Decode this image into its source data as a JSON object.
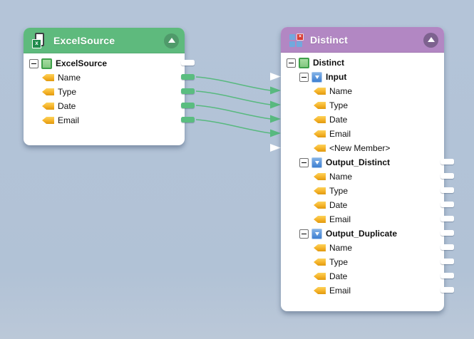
{
  "canvas": {
    "background_color": "#b1c2d6",
    "wire_color": "#58b97f"
  },
  "nodes": [
    {
      "title": "ExcelSource",
      "component_type": "source",
      "header_color": "#5eba7d",
      "header_icon": "excel-file-icon",
      "collapse_icon": "collapse-up-icon",
      "rows": [
        {
          "label": "ExcelSource",
          "kind": "root",
          "icon": "component-square-icon",
          "expanded": true
        },
        {
          "label": "Name",
          "kind": "column",
          "icon": "column-tag-icon"
        },
        {
          "label": "Type",
          "kind": "column",
          "icon": "column-tag-icon"
        },
        {
          "label": "Date",
          "kind": "column",
          "icon": "column-tag-icon"
        },
        {
          "label": "Email",
          "kind": "column",
          "icon": "column-tag-icon"
        }
      ],
      "output_ports": [
        {
          "row": "ExcelSource",
          "connected": false,
          "color": "#ffffff"
        },
        {
          "row": "Name",
          "connected": true,
          "color": "#5abd80"
        },
        {
          "row": "Type",
          "connected": true,
          "color": "#5abd80"
        },
        {
          "row": "Date",
          "connected": true,
          "color": "#5abd80"
        },
        {
          "row": "Email",
          "connected": true,
          "color": "#5abd80"
        }
      ]
    },
    {
      "title": "Distinct",
      "component_type": "transform",
      "header_color": "#b287c3",
      "header_icon": "remove-duplicates-icon",
      "collapse_icon": "collapse-up-icon",
      "rows": [
        {
          "label": "Distinct",
          "kind": "root",
          "icon": "component-square-icon",
          "expanded": true
        },
        {
          "label": "Input",
          "kind": "group",
          "icon": "io-group-icon",
          "expanded": true
        },
        {
          "label": "Name",
          "kind": "column",
          "icon": "column-tag-icon"
        },
        {
          "label": "Type",
          "kind": "column",
          "icon": "column-tag-icon"
        },
        {
          "label": "Date",
          "kind": "column",
          "icon": "column-tag-icon"
        },
        {
          "label": "Email",
          "kind": "column",
          "icon": "column-tag-icon"
        },
        {
          "label": "<New Member>",
          "kind": "column",
          "icon": "column-tag-icon"
        },
        {
          "label": "Output_Distinct",
          "kind": "group",
          "icon": "io-group-icon",
          "expanded": true
        },
        {
          "label": "Name",
          "kind": "column",
          "icon": "column-tag-icon"
        },
        {
          "label": "Type",
          "kind": "column",
          "icon": "column-tag-icon"
        },
        {
          "label": "Date",
          "kind": "column",
          "icon": "column-tag-icon"
        },
        {
          "label": "Email",
          "kind": "column",
          "icon": "column-tag-icon"
        },
        {
          "label": "Output_Duplicate",
          "kind": "group",
          "icon": "io-group-icon",
          "expanded": true
        },
        {
          "label": "Name",
          "kind": "column",
          "icon": "column-tag-icon"
        },
        {
          "label": "Type",
          "kind": "column",
          "icon": "column-tag-icon"
        },
        {
          "label": "Date",
          "kind": "column",
          "icon": "column-tag-icon"
        },
        {
          "label": "Email",
          "kind": "column",
          "icon": "column-tag-icon"
        }
      ],
      "input_arrows": [
        {
          "row": "Input",
          "connected": false,
          "color": "#ffffff"
        },
        {
          "row": "Name",
          "connected": true,
          "color": "#58b97f"
        },
        {
          "row": "Type",
          "connected": true,
          "color": "#58b97f"
        },
        {
          "row": "Date",
          "connected": true,
          "color": "#58b97f"
        },
        {
          "row": "Email",
          "connected": true,
          "color": "#58b97f"
        },
        {
          "row": "<New Member>",
          "connected": false,
          "color": "#ffffff"
        }
      ],
      "output_ports": [
        {
          "row": "Output_Distinct",
          "color": "#ffffff"
        },
        {
          "row": "Output_Distinct.Name",
          "color": "#ffffff"
        },
        {
          "row": "Output_Distinct.Type",
          "color": "#ffffff"
        },
        {
          "row": "Output_Distinct.Date",
          "color": "#ffffff"
        },
        {
          "row": "Output_Distinct.Email",
          "color": "#ffffff"
        },
        {
          "row": "Output_Duplicate",
          "color": "#ffffff"
        },
        {
          "row": "Output_Duplicate.Name",
          "color": "#ffffff"
        },
        {
          "row": "Output_Duplicate.Type",
          "color": "#ffffff"
        },
        {
          "row": "Output_Duplicate.Date",
          "color": "#ffffff"
        },
        {
          "row": "Output_Duplicate.Email",
          "color": "#ffffff"
        }
      ]
    }
  ],
  "connections": [
    {
      "from": "ExcelSource.Name",
      "to": "Distinct.Input.Name"
    },
    {
      "from": "ExcelSource.Type",
      "to": "Distinct.Input.Type"
    },
    {
      "from": "ExcelSource.Date",
      "to": "Distinct.Input.Date"
    },
    {
      "from": "ExcelSource.Email",
      "to": "Distinct.Input.Email"
    }
  ]
}
